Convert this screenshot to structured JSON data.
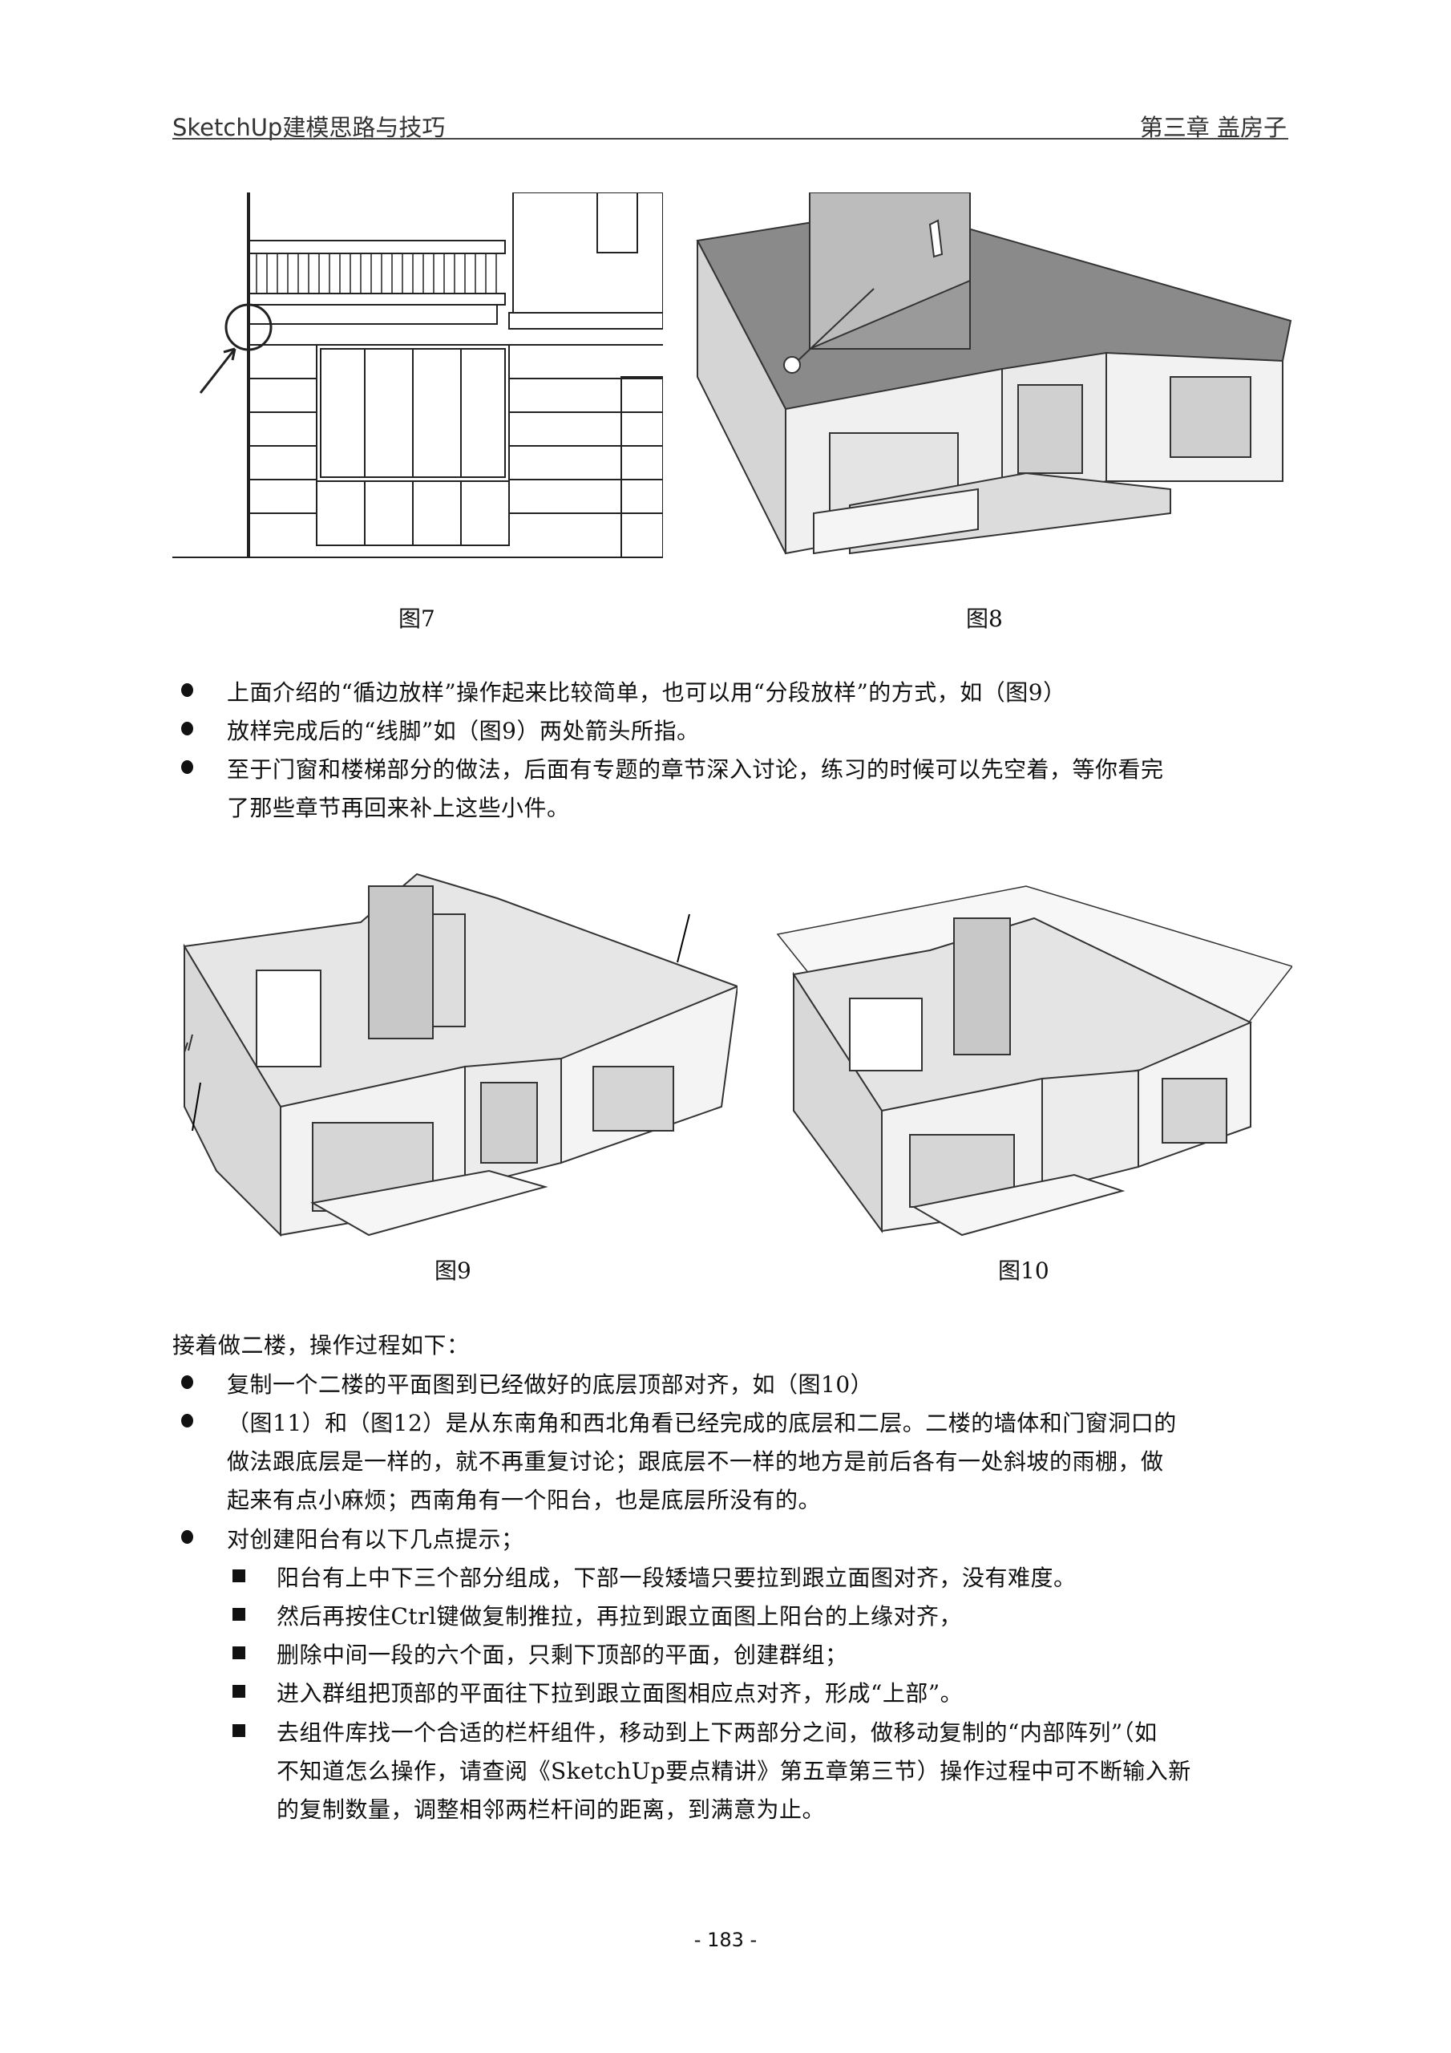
{
  "header": {
    "book_title": "SketchUp建模思路与技巧",
    "chapter": "第三章 盖房子"
  },
  "figures": {
    "fig7": "图7",
    "fig8": "图8",
    "fig9": "图9",
    "fig10": "图10"
  },
  "bullets1": [
    "上面介绍的“循边放样”操作起来比较简单，也可以用“分段放样”的方式，如（图9）",
    "放样完成后的“线脚”如（图9）两处箭头所指。",
    "至于门窗和楼梯部分的做法，后面有专题的章节深入讨论，练习的时候可以先空着，等你看完",
    "了那些章节再回来补上这些小件。"
  ],
  "intro": "接着做二楼，操作过程如下：",
  "bullets2": [
    "复制一个二楼的平面图到已经做好的底层顶部对齐，如（图10）",
    "（图11）和（图12）是从东南角和西北角看已经完成的底层和二层。二楼的墙体和门窗洞口的",
    "做法跟底层是一样的，就不再重复讨论；跟底层不一样的地方是前后各有一处斜坡的雨棚，做",
    "起来有点小麻烦；西南角有一个阳台，也是底层所没有的。",
    "对创建阳台有以下几点提示；"
  ],
  "sub_bullets": [
    "阳台有上中下三个部分组成，下部一段矮墙只要拉到跟立面图对齐，没有难度。",
    "然后再按住Ctrl键做复制推拉，再拉到跟立面图上阳台的上缘对齐，",
    "删除中间一段的六个面，只剩下顶部的平面，创建群组；",
    "进入群组把顶部的平面往下拉到跟立面图相应点对齐，形成“上部”。",
    "去组件库找一个合适的栏杆组件，移动到上下两部分之间，做移动复制的“内部阵列”（如",
    "不知道怎么操作，请查阅《SketchUp要点精讲》第五章第三节）操作过程中可不断输入新",
    "的复制数量，调整相邻两栏杆间的距离，到满意为止。"
  ],
  "page_number": "- 183 -"
}
